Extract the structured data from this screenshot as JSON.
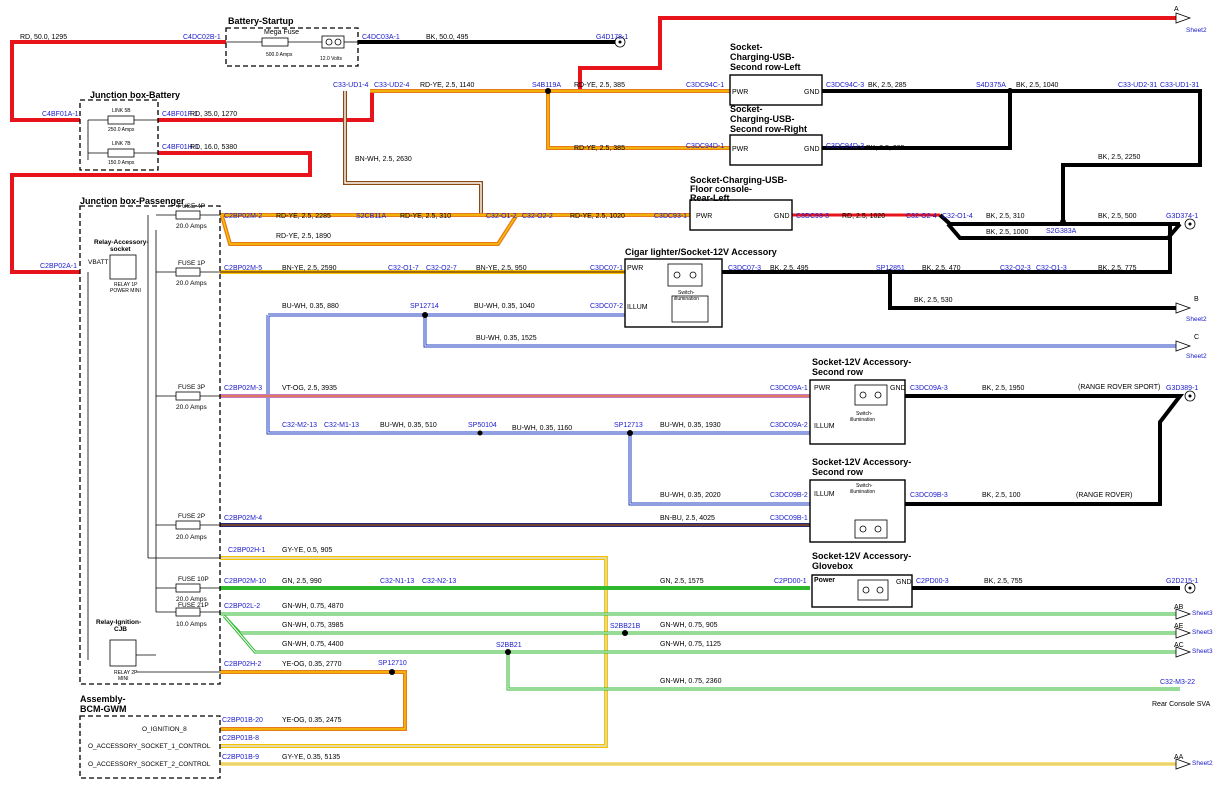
{
  "boxes": {
    "battery_startup": "Battery-Startup",
    "mega_fuse": "Mega Fuse",
    "mega_fuse_rating": "500.0 Amps",
    "battery_voltage": "12.0 Volts",
    "junction_battery": "Junction box-Battery",
    "link5b": "LINK 5B",
    "link5b_rating": "250.0 Amps",
    "link7b": "LINK 7B",
    "link7b_rating": "150.0 Amps",
    "junction_passenger": "Junction box-Passenger",
    "relay_acc_1": "Relay-Accessory-",
    "relay_acc_2": "socket",
    "vbatt": "VBATT",
    "relay_1p_1": "RELAY 1P",
    "relay_1p_2": "POWER MINI",
    "relay_ign_1": "Relay-Ignition-",
    "relay_ign_2": "CJB",
    "relay_2p_1": "RELAY 2P",
    "relay_2p_2": "MINI",
    "fuse4p": "FUSE 4P",
    "fuse1p": "FUSE 1P",
    "fuse3p": "FUSE 3P",
    "fuse2p": "FUSE 2P",
    "fuse10p": "FUSE 10P",
    "fuse21p": "FUSE 21P",
    "amps20": "20.0 Amps",
    "amps10": "10.0 Amps",
    "bcm_1": "Assembly-",
    "bcm_2": "BCM-GWM",
    "bcm_ign": "O_IGNITION_8",
    "bcm_acc1": "O_ACCESSORY_SOCKET_1_CONTROL",
    "bcm_acc2": "O_ACCESSORY_SOCKET_2_CONTROL",
    "usb_left_1": "Socket-",
    "usb_left_2": "Charging-USB-",
    "usb_left_3": "Second row-Left",
    "usb_right_1": "Socket-",
    "usb_right_2": "Charging-USB-",
    "usb_right_3": "Second row-Right",
    "usb_floor_1": "Socket-Charging-USB-",
    "usb_floor_2": "Floor console-",
    "usb_floor_3": "Rear-Left",
    "cigar": "Cigar lighter/Socket-12V Accessory",
    "sock2a_1": "Socket-12V Accessory-",
    "sock2a_2": "Second row",
    "sock2b_1": "Socket-12V Accessory-",
    "sock2b_2": "Second row",
    "glove_1": "Socket-12V Accessory-",
    "glove_2": "Glovebox",
    "pwr": "PWR",
    "gnd": "GND",
    "illum": "ILLUM",
    "power": "Power",
    "switch": "Switch-",
    "illumination": "illumination",
    "range_rover_sport": "(RANGE ROVER SPORT)",
    "range_rover": "(RANGE ROVER)",
    "rear_console": "Rear Console SVA"
  },
  "connectors": {
    "c4dc02b1": "C4DC02B-1",
    "c4dc03a1": "C4DC03A-1",
    "g4d1781": "G4D178-1",
    "c4bf01a1": "C4BF01A-1",
    "c4bf01f1": "C4BF01F-1",
    "c4bf01h1": "C4BF01H-1",
    "c2bp02a1": "C2BP02A-1",
    "c33ud14": "C33-UD1-4",
    "c33ud24": "C33-UD2-4",
    "s4b119a": "S4B119A",
    "c3dc94c1": "C3DC94C-1",
    "c3dc94c3": "C3DC94C-3",
    "s4d375a": "S4D375A",
    "c33ud231": "C33-UD2-31",
    "c33ud131": "C33-UD1-31",
    "c3dc94d1": "C3DC94D-1",
    "c3dc94d3": "C3DC94D-3",
    "c2bp02m2": "C2BP02M-2",
    "s2cb11a": "S2CB11A",
    "c32o12": "C32-O1-2",
    "c32o22": "C32-O2-2",
    "c3dc931": "C3DC93-1",
    "c3dc933": "C3DC93-3",
    "c32o24": "C32-O2-4",
    "c32o14": "C32-O1-4",
    "g3d3741": "G3D374-1",
    "s2g383a": "S2G383A",
    "c2bp02m5": "C2BP02M-5",
    "c32o17": "C32-O1-7",
    "c32o27": "C32-O2-7",
    "c3dc071": "C3DC07-1",
    "c3dc073": "C3DC07-3",
    "sp12851": "SP12851",
    "c32o23": "C32-O2-3",
    "c32o13": "C32-O1-3",
    "sp12714": "SP12714",
    "c3dc072": "C3DC07-2",
    "c2bp02m3": "C2BP02M-3",
    "c3dc09a1": "C3DC09A-1",
    "c3dc09a3": "C3DC09A-3",
    "g3d3891": "G3D389-1",
    "c32m213": "C32-M2-13",
    "c32m113": "C32-M1-13",
    "sp50104": "SP50104",
    "sp12713": "SP12713",
    "c3dc09a2": "C3DC09A-2",
    "c3dc09b2": "C3DC09B-2",
    "c3dc09b3": "C3DC09B-3",
    "c2bp02m4": "C2BP02M-4",
    "c3dc09b1": "C3DC09B-1",
    "c2bp02h1": "C2BP02H-1",
    "c2bp02m10": "C2BP02M-10",
    "c32n113": "C32-N1-13",
    "c32n213": "C32-N2-13",
    "c2pd001": "C2PD00-1",
    "c2pd003": "C2PD00-3",
    "g2d2151": "G2D215-1",
    "c2bp02l2": "C2BP02L-2",
    "s2bb21b": "S2BB21B",
    "s2bb21": "S2BB21",
    "c2bp02h2": "C2BP02H-2",
    "sp12710": "SP12710",
    "c32m322": "C32-M3-22",
    "c2bp01b20": "C2BP01B-20",
    "c2bp01b8": "C2BP01B-8",
    "c2bp01b9": "C2BP01B-9"
  },
  "wires": {
    "w_rd_1295": "RD,  50.0,  1295",
    "w_bk_495a": "BK,  50.0,  495",
    "w_rd_1270": "RD,  35.0,  1270",
    "w_rd_5380": "RD,  16.0,  5380",
    "w_rdye_1140": "RD-YE,  2.5,  1140",
    "w_rdye_385a": "RD-YE,  2.5,  385",
    "w_rdye_385b": "RD-YE,  2.5,  385",
    "w_bk_285a": "BK,  2.5,  285",
    "w_bk_285b": "BK,  2.5,  285",
    "w_bk_1040": "BK,  2.5,  1040",
    "w_bk_2250": "BK,  2.5,  2250",
    "w_bnwh_2630": "BN-WH,  2.5,  2630",
    "w_rdye_2285": "RD-YE,  2.5,  2285",
    "w_rdye_310": "RD-YE,  2.5,  310",
    "w_rdye_1020": "RD-YE,  2.5,  1020",
    "w_rdye_1890": "RD-YE,  2.5,  1890",
    "w_rd_1020": "RD,  2.5,  1020",
    "w_bk_310": "BK,  2.5,  310",
    "w_bk_500": "BK,  2.5,  500",
    "w_bk_1000": "BK,  2.5,  1000",
    "w_bnye_2590": "BN-YE,  2.5,  2590",
    "w_bnye_950": "BN-YE,  2.5,  950",
    "w_bk_495b": "BK,  2.5,  495",
    "w_bk_470": "BK,  2.5,  470",
    "w_bk_775": "BK,  2.5,  775",
    "w_bk_530": "BK,  2.5,  530",
    "w_buwh_880": "BU-WH,  0.35,  880",
    "w_buwh_1040": "BU-WH,  0.35,  1040",
    "w_buwh_1525": "BU-WH,  0.35,  1525",
    "w_vtog_3935": "VT-OG,  2.5,  3935",
    "w_bk_1950": "BK,  2.5,  1950",
    "w_buwh_510": "BU-WH,  0.35,  510",
    "w_buwh_1160": "BU-WH,  0.35,  1160",
    "w_buwh_1930": "BU-WH,  0.35,  1930",
    "w_buwh_2020": "BU-WH,  0.35,  2020",
    "w_bk_100": "BK,  2.5,  100",
    "w_bnbu_4025": "BN-BU,  2.5,  4025",
    "w_gyye_905": "GY-YE,  0.5,  905",
    "w_gn_990": "GN,  2.5,  990",
    "w_gn_1575": "GN,  2.5,  1575",
    "w_bk_755": "BK,  2.5,  755",
    "w_gnwh_4870": "GN-WH,  0.75,  4870",
    "w_gnwh_3985": "GN-WH,  0.75,  3985",
    "w_gnwh_905": "GN-WH,  0.75,  905",
    "w_gnwh_4400": "GN-WH,  0.75,  4400",
    "w_gnwh_1125": "GN-WH,  0.75,  1125",
    "w_gnwh_2360": "GN-WH,  0.75,  2360",
    "w_yeog_2770": "YE-OG,  0.35,  2770",
    "w_yeog_2475": "YE-OG,  0.35,  2475",
    "w_gyye_5135": "GY-YE,  0.35,  5135"
  },
  "offsheet": {
    "a": "A",
    "b": "B",
    "c": "C",
    "ab": "AB",
    "ae": "AE",
    "ac": "AC",
    "aa": "AA",
    "sheet2": "Sheet2",
    "sheet3": "Sheet3"
  },
  "colors": {
    "red": "#e8141b",
    "black": "#000000",
    "yellow": "#f5c400",
    "orange": "#e87a1e",
    "brown": "#8b4a12",
    "blue": "#1f3fbf",
    "violet": "#c878c8",
    "green": "#2eb82e",
    "grey": "#b0b0b0",
    "connector": "#1a1acc"
  }
}
